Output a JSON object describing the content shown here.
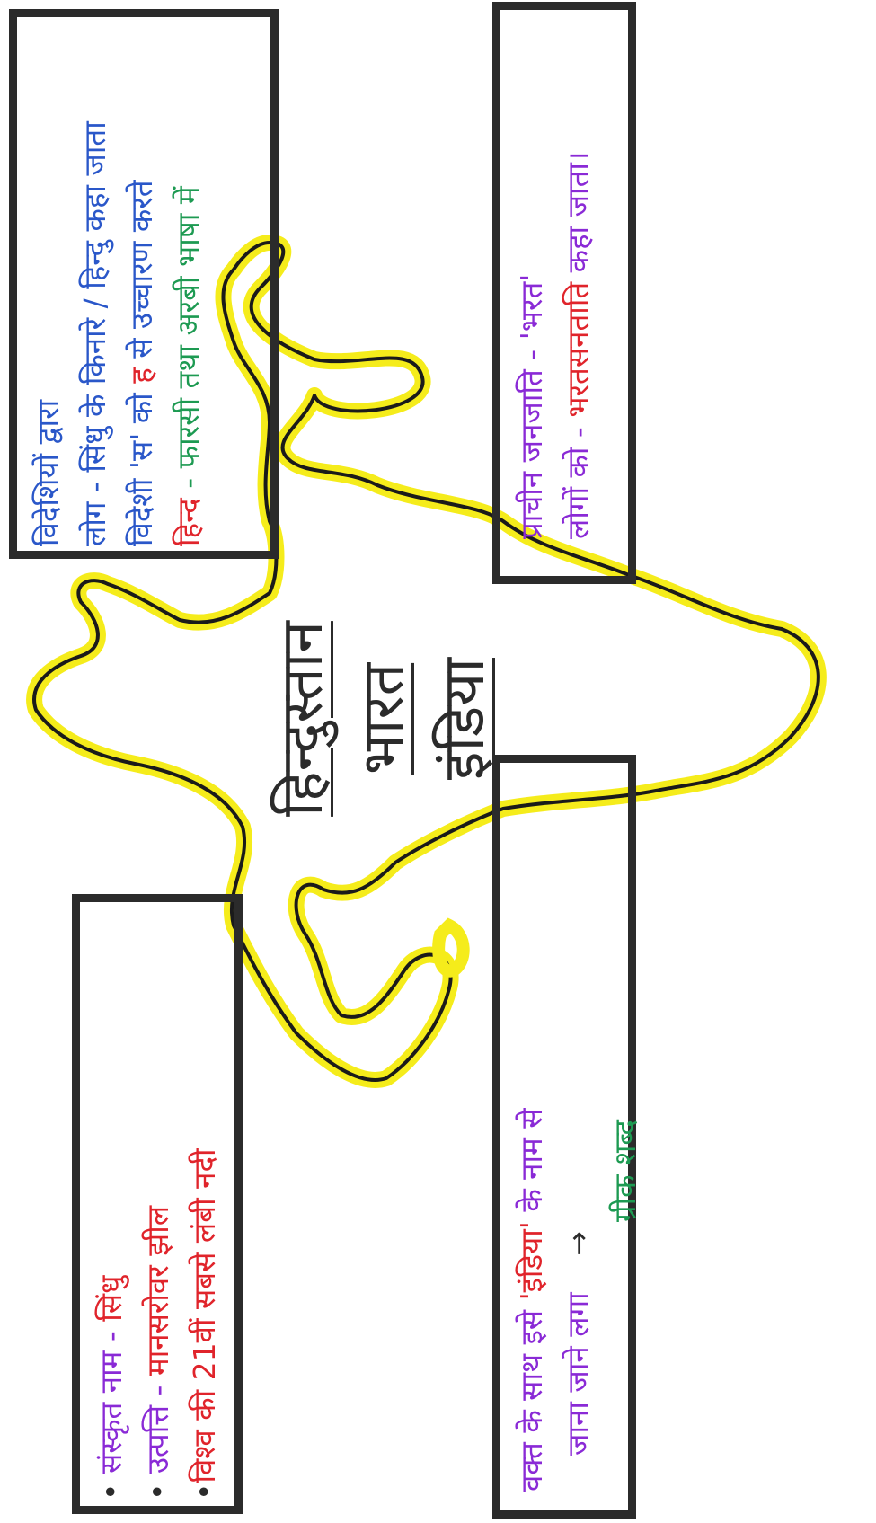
{
  "center": {
    "line1": "हिन्दुस्तान",
    "line2": "भारत",
    "line3": "इंडिया"
  },
  "box_top_left": {
    "line1": "विदेशियों द्वारा",
    "line2": "लोग - सिंधु के किनारे / हिन्दु कहा जाता",
    "line3_a": "विदेशी 'स' को ",
    "line3_b": "ह",
    "line3_c": " से उच्चारण करते",
    "line4_a": "हिन्द",
    "line4_b": " - फारसी तथा अरबी भाषा में"
  },
  "box_top_right": {
    "line1": "प्राचीन जनजाति - 'भरत'",
    "line2_a": "लोगों को - ",
    "line2_b": "भरतसनताति",
    "line2_c": " कहा जाता।"
  },
  "box_bottom_left": {
    "line1_a": "संस्कृत नाम - ",
    "line1_b": "सिंधु",
    "line2_a": "उत्पत्ति - ",
    "line2_b": "मानसरोवर झील",
    "line3": "विश्व की 21वीं सबसे लंबी नदी"
  },
  "box_bottom_right": {
    "line1_a": "वक्त के साथ इसे ",
    "line1_b": "'इंडिया'",
    "line1_c": " के नाम से",
    "line2": "जाना जाने लगा",
    "arrow": "→",
    "line3": "ग्रीक शब्द"
  },
  "colors": {
    "map_outline": "#1a1a1a",
    "map_highlight": "#f5ec1b",
    "box_border": "#2b2b2b",
    "blue": "#2a57c9",
    "red": "#e0242b",
    "green": "#1d9a52",
    "purple": "#8a2ad6"
  }
}
